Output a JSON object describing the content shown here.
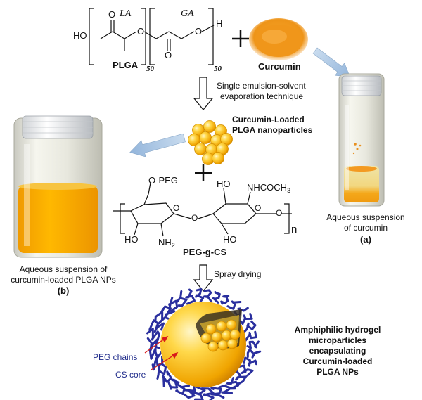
{
  "plga": {
    "ho": "HO",
    "o1": "O",
    "o2": "O",
    "o3": "O",
    "o4": "O",
    "h": "H",
    "la": "LA",
    "ga": "GA",
    "n1": "50",
    "n2": "50",
    "name": "PLGA"
  },
  "plus_sign": "+",
  "curcumin_label": "Curcumin",
  "step1": {
    "line1": "Single emulsion-solvent",
    "line2": "evaporation technique"
  },
  "nanoparticles": {
    "line1": "Curcumin-Loaded",
    "line2": "PLGA nanoparticles"
  },
  "pegcs": {
    "o_peg": "O-PEG",
    "ho_top": "HO",
    "nhcoch": "NHCOCH",
    "sub3": "3",
    "ho_left": "HO",
    "nh": "NH",
    "sub2": "2",
    "ho_bottom": "HO",
    "ring_o1": "O",
    "ring_o2": "O",
    "link_o": "O",
    "end_o": "O",
    "n": "n",
    "name": "PEG-g-CS"
  },
  "vial_a": {
    "line1": "Aqueous suspension",
    "line2": "of curcumin",
    "tag": "(a)"
  },
  "vial_b": {
    "line1": "Aqueous suspension of",
    "line2": "curcumin-loaded PLGA NPs",
    "tag": "(b)"
  },
  "step2": "Spray drying",
  "particle_labels": {
    "peg": "PEG chains",
    "cs": "CS core"
  },
  "final": {
    "l1": "Amphiphilic hydrogel",
    "l2": "microparticles",
    "l3": "encapsulating",
    "l4": "Curcumin-loaded",
    "l5": "PLGA NPs"
  },
  "colors": {
    "curcumin": "#f0a020",
    "vial_liquid": "#f5a800",
    "peg_chain": "#2a2f9e",
    "core": "#f8c818",
    "arrow_blue": "#a9c6e4",
    "label_blue": "#1f2b8a",
    "pointer_red": "#d91a1a"
  }
}
